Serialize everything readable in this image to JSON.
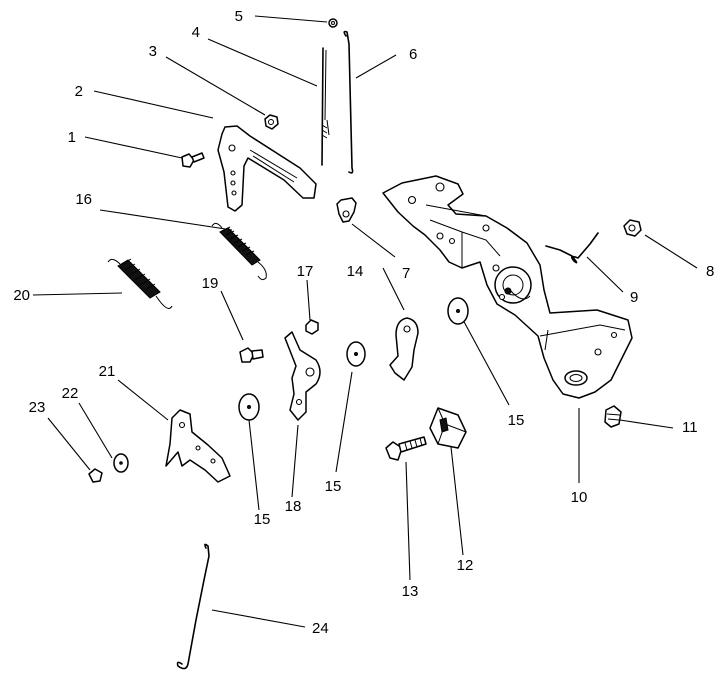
{
  "callouts": {
    "c1": "1",
    "c2": "2",
    "c3": "3",
    "c4": "4",
    "c5": "5",
    "c6": "6",
    "c7": "7",
    "c8": "8",
    "c9": "9",
    "c10": "10",
    "c11": "11",
    "c12": "12",
    "c13": "13",
    "c14": "14",
    "c15a": "15",
    "c15b": "15",
    "c15c": "15",
    "c16": "16",
    "c17": "17",
    "c18": "18",
    "c19": "19",
    "c20": "20",
    "c21": "21",
    "c22": "22",
    "c23": "23",
    "c24": "24"
  }
}
